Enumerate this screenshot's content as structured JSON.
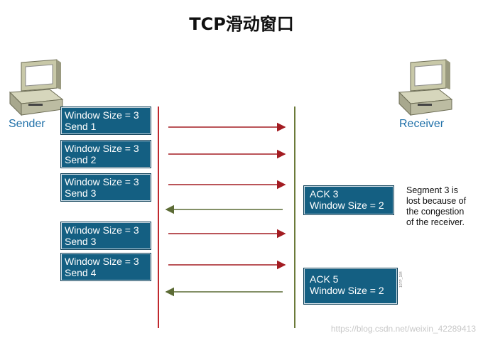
{
  "title": "TCP滑动窗口",
  "sender": {
    "label": "Sender"
  },
  "receiver": {
    "label": "Receiver"
  },
  "sender_boxes": [
    {
      "line1": "Window Size = 3",
      "line2": "Send 1"
    },
    {
      "line1": "Window Size = 3",
      "line2": "Send 2"
    },
    {
      "line1": "Window Size = 3",
      "line2": "Send 3"
    },
    {
      "line1": "Window Size = 3",
      "line2": "Send 3"
    },
    {
      "line1": "Window Size = 3",
      "line2": "Send 4"
    }
  ],
  "receiver_boxes": [
    {
      "line1": "ACK 3",
      "line2": "Window Size = 2"
    },
    {
      "line1": "ACK 5",
      "line2": "Window Size = 2"
    }
  ],
  "note": [
    "Segment 3 is",
    "lost because of",
    "the congestion",
    "of the receiver."
  ],
  "figure_code": "107P_184",
  "watermark": "https://blog.csdn.net/weixin_42289413",
  "colors": {
    "box_fill": "#145f82",
    "label_blue": "#1e6fa8",
    "sender_line": "#c0282d",
    "receiver_line": "#6b7a3a",
    "arrow_send": "#a31c22",
    "arrow_ack": "#5c6b35"
  }
}
